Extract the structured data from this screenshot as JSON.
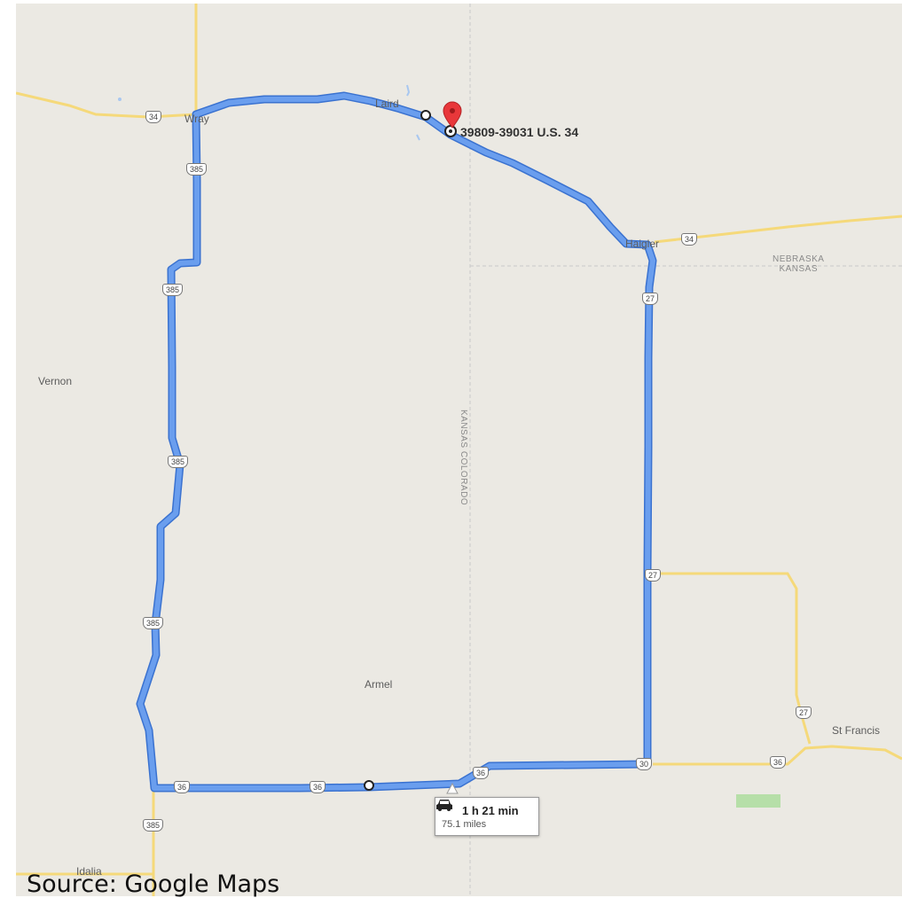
{
  "map": {
    "places": {
      "wray": "Wray",
      "laird": "Laird",
      "haigler": "Haigler",
      "vernon": "Vernon",
      "armel": "Armel",
      "st_francis": "St Francis",
      "idalia": "Idalia"
    },
    "states": {
      "nebraska": "NEBRASKA",
      "kansas_h": "KANSAS",
      "kansas_v": "KANSAS",
      "colorado": "COLORADO"
    },
    "shields": {
      "us34_a": "34",
      "us34_b": "34",
      "us385_a": "385",
      "us385_b": "385",
      "us385_c": "385",
      "us385_d": "385",
      "us385_e": "385",
      "k27_a": "27",
      "k27_b": "27",
      "k27_c": "27",
      "us36_a": "36",
      "us36_b": "36",
      "us36_c": "36",
      "us36_d": "36",
      "us36_e": "30"
    },
    "destination": "39809-39031 U.S. 34",
    "route": {
      "time": "1 h 21 min",
      "distance": "75.1 miles",
      "icon": "car-icon"
    },
    "colors": {
      "route": "#5b93e8",
      "road": "#f5d97a",
      "background": "#ebe9e3",
      "marker": "#e8373a"
    }
  },
  "caption": "Source: Google Maps"
}
